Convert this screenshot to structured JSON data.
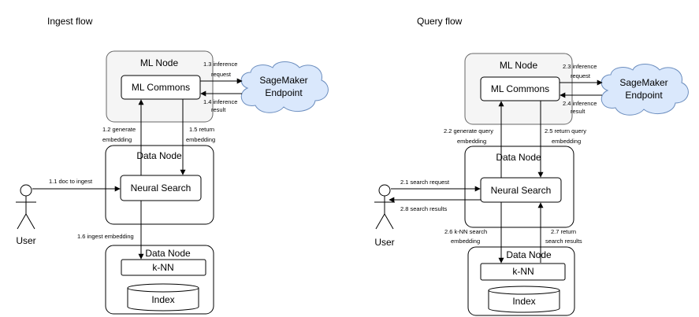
{
  "ingest": {
    "title": "Ingest flow",
    "ml_node": "ML Node",
    "ml_commons": "ML Commons",
    "sagemaker_line1": "SageMaker",
    "sagemaker_line2": "Endpoint",
    "data_node_top": "Data Node",
    "neural_search": "Neural Search",
    "data_node_bottom": "Data Node",
    "knn": "k-NN",
    "index": "Index",
    "user": "User",
    "labels": {
      "l1_1": "1.1 doc to ingest",
      "l1_2a": "1.2 generate",
      "l1_2b": "embedding",
      "l1_3a": "1.3 inference",
      "l1_3b": "request",
      "l1_4a": "1.4 inference",
      "l1_4b": "result",
      "l1_5a": "1.5 return",
      "l1_5b": "embedding",
      "l1_6": "1.6 ingest embedding"
    }
  },
  "query": {
    "title": "Query flow",
    "ml_node": "ML Node",
    "ml_commons": "ML Commons",
    "sagemaker_line1": "SageMaker",
    "sagemaker_line2": "Endpoint",
    "data_node_top": "Data Node",
    "neural_search": "Neural Search",
    "data_node_bottom": "Data Node",
    "knn": "k-NN",
    "index": "Index",
    "user": "User",
    "labels": {
      "l2_1": "2.1 search request",
      "l2_2a": "2.2 generate query",
      "l2_2b": "embedding",
      "l2_3a": "2.3 inference",
      "l2_3b": "request",
      "l2_4a": "2.4 inference",
      "l2_4b": "result",
      "l2_5a": "2.5 return query",
      "l2_5b": "embedding",
      "l2_6a": "2.6 k-NN search",
      "l2_6b": "embedding",
      "l2_7a": "2.7 return",
      "l2_7b": "search results",
      "l2_8": "2.8 search results"
    }
  },
  "colors": {
    "ml_node_fill": "#f5f5f5",
    "ml_node_stroke": "#666666",
    "cloud_fill": "#dae8fc",
    "cloud_stroke": "#6c8ebf",
    "stroke": "#000000"
  }
}
